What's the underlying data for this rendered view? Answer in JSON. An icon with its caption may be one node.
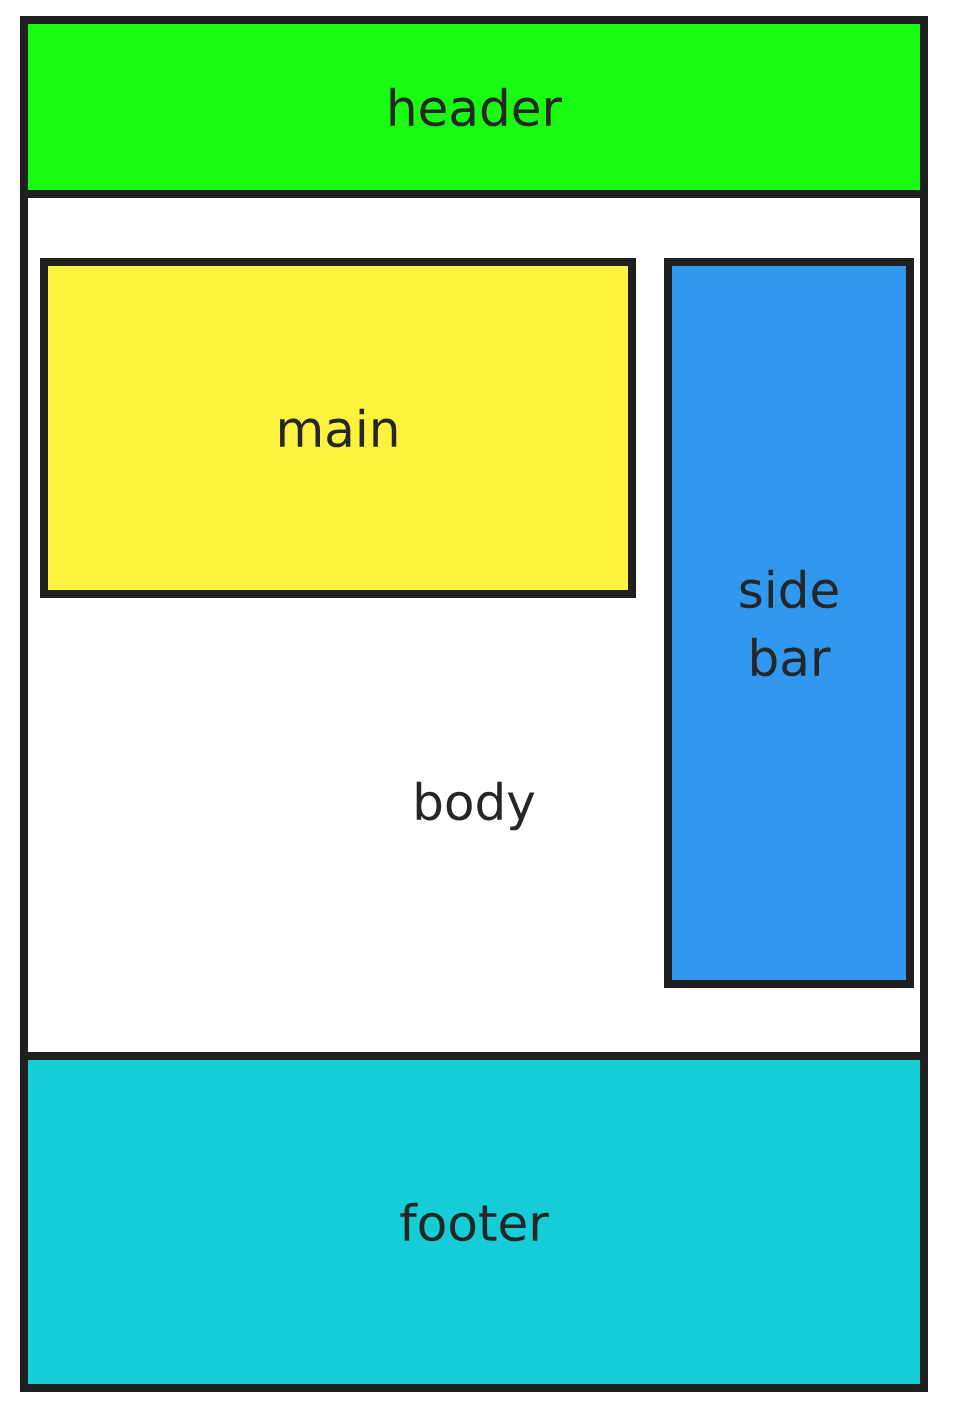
{
  "diagram": {
    "nodes": [
      {
        "text": [
          "header"
        ]
      },
      {
        "text": [
          "body"
        ]
      },
      {
        "text": [
          "main"
        ],
        "in": 1
      },
      {
        "text": [
          "side bar"
        ],
        "in": 1
      },
      {
        "text": [
          "footer"
        ]
      }
    ]
  }
}
